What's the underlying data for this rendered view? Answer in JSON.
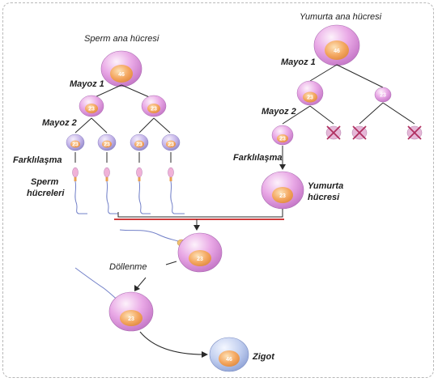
{
  "labels": {
    "sperm_mother": "Sperm ana hücresi",
    "egg_mother": "Yumurta ana hücresi",
    "meiosis1_left": "Mayoz 1",
    "meiosis2_left": "Mayoz 2",
    "meiosis1_right": "Mayoz 1",
    "meiosis2_right": "Mayoz 2",
    "diff_left": "Farklılaşma",
    "diff_right": "Farklılaşma",
    "sperm_cells_1": "Sperm",
    "sperm_cells_2": "hücreleri",
    "egg_cell_1": "Yumurta",
    "egg_cell_2": "hücresi",
    "fertilization": "Döllenme",
    "zygote": "Zigot"
  },
  "chromosomes": {
    "diploid": "46",
    "haploid": "23"
  },
  "colors": {
    "cell_outer": "#d98ad8",
    "cell_nucleus": "#f3a463",
    "divider_red": "#c92020",
    "zygote_outer": "#b8c8ec",
    "cross": "#b03060"
  }
}
